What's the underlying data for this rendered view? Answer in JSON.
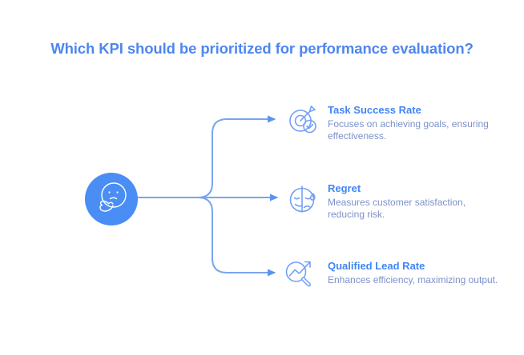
{
  "title": "Which KPI should be prioritized for performance evaluation?",
  "colors": {
    "accent": "#4e86f0",
    "heading": "#4285f4",
    "description": "#7d91c8",
    "line": "#79a4f0",
    "arrow": "#5b94f0",
    "circle_fill": "#4a8ef5",
    "icon_stroke": "#74a0f5",
    "bg": "#ffffff"
  },
  "center": {
    "icon": "thinking-face-icon"
  },
  "items": [
    {
      "icon": "target-dart-check-icon",
      "title": "Task Success Rate",
      "description": "Focuses on achieving goals, ensuring effectiveness."
    },
    {
      "icon": "regret-face-tear-icon",
      "title": "Regret",
      "description": "Measures customer satisfaction, reducing risk."
    },
    {
      "icon": "magnifier-trend-arrow-icon",
      "title": "Qualified Lead Rate",
      "description": "Enhances efficiency, maximizing output."
    }
  ]
}
